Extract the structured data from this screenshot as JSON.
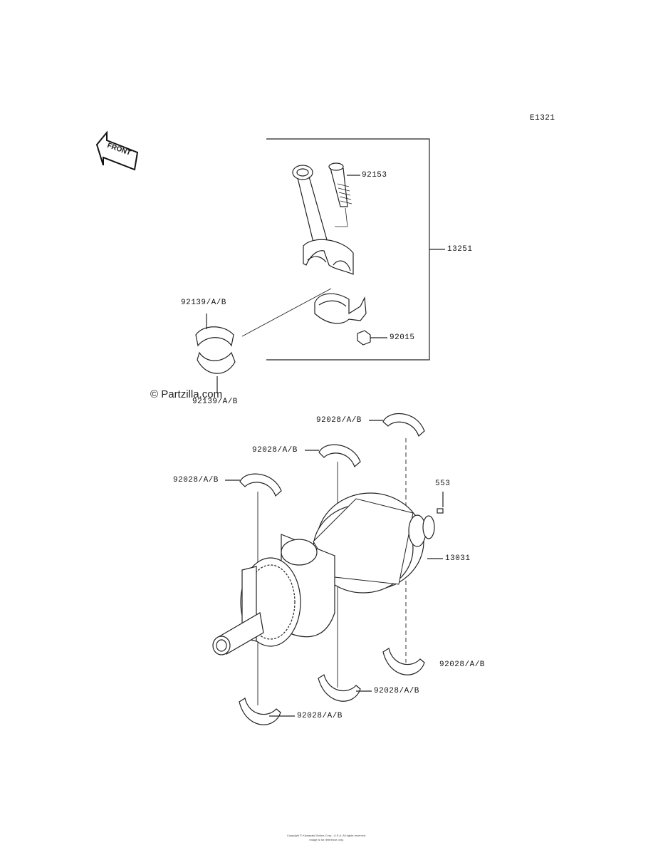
{
  "diagram_code": "E1321",
  "front_label": "FRONT",
  "watermark": "© Partzilla.com",
  "labels": {
    "conrod_bolt": "92153",
    "conrod_assy": "13251",
    "nut": "92015",
    "conrod_bearing_upper": "92139/A/B",
    "conrod_bearing_lower": "92139/A/B",
    "main_bearing_top_right": "92028/A/B",
    "main_bearing_top_mid": "92028/A/B",
    "main_bearing_top_left": "92028/A/B",
    "key": "553",
    "crankshaft": "13031",
    "main_bearing_bot_right": "92028/A/B",
    "main_bearing_bot_mid": "92028/A/B",
    "main_bearing_bot_left": "92028/A/B"
  },
  "footer": {
    "line1": "Copyright © Kawasaki Motors Corp., U.S.A. All rights reserved.",
    "line2": "Image is for reference only."
  }
}
